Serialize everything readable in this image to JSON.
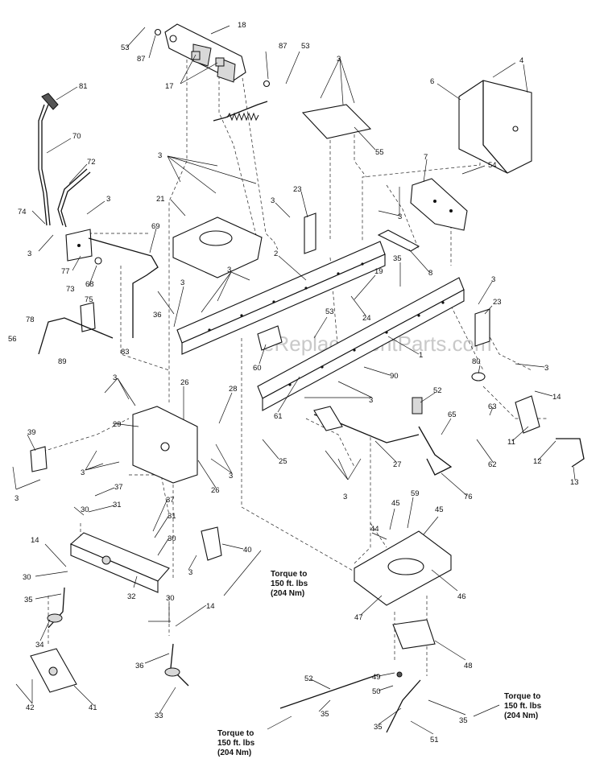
{
  "watermark": "eReplacementParts.com",
  "callouts": [
    "1",
    "2",
    "3",
    "4",
    "6",
    "7",
    "8",
    "11",
    "12",
    "13",
    "14",
    "17",
    "18",
    "19",
    "21",
    "23",
    "24",
    "25",
    "26",
    "27",
    "28",
    "29",
    "30",
    "31",
    "32",
    "33",
    "34",
    "35",
    "36",
    "37",
    "39",
    "40",
    "41",
    "42",
    "44",
    "45",
    "46",
    "47",
    "48",
    "49",
    "50",
    "51",
    "52",
    "53",
    "54",
    "55",
    "56",
    "59",
    "60",
    "61",
    "62",
    "63",
    "65",
    "67",
    "68",
    "69",
    "70",
    "72",
    "73",
    "74",
    "75",
    "76",
    "77",
    "78",
    "80",
    "81",
    "83",
    "87",
    "89",
    "90"
  ],
  "torque_notes": [
    {
      "line1": "Torque to",
      "line2": "150 ft. lbs",
      "line3": "(204 Nm)"
    },
    {
      "line1": "Torque to",
      "line2": "150 ft. lbs",
      "line3": "(204 Nm)"
    },
    {
      "line1": "Torque to",
      "line2": "150 ft. lbs",
      "line3": "(204 Nm)"
    }
  ]
}
